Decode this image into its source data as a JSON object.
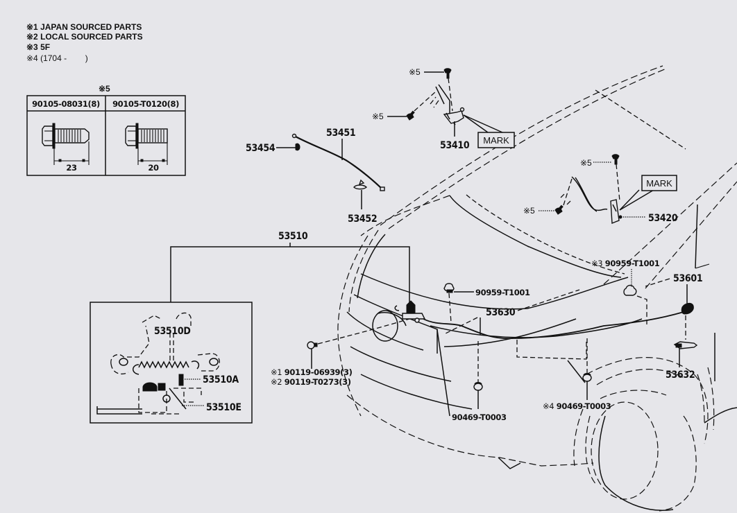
{
  "notes": [
    {
      "mark": "※1",
      "text": "JAPAN SOURCED PARTS"
    },
    {
      "mark": "※2",
      "text": "LOCAL SOURCED PARTS"
    },
    {
      "mark": "※3",
      "text": "5F"
    },
    {
      "mark": "※4",
      "text": "(1704 -        )"
    }
  ],
  "bolt_table": {
    "header_mark": "※5",
    "columns": [
      {
        "part_number": "90105-08031(8)",
        "dimension": "23"
      },
      {
        "part_number": "90105-T0120(8)",
        "dimension": "20"
      }
    ]
  },
  "callouts": {
    "p53454": "53454",
    "p53451": "53451",
    "p53452": "53452",
    "p53410": "53410",
    "p53410_bolt_top": "※5",
    "p53410_bolt_side": "※5",
    "p53410_mark": "MARK",
    "p53420": "53420",
    "p53420_bolt_top": "※5",
    "p53420_bolt_side": "※5",
    "p53420_mark": "MARK",
    "p53510": "53510",
    "p53510D": "53510D",
    "p53510A": "53510A",
    "p53510E": "53510E",
    "clip_90959_center": "90959-T1001",
    "clip_90959_right_mark": "※3",
    "clip_90959_right": "90959-T1001",
    "p53601": "53601",
    "p53630": "53630",
    "p53632": "53632",
    "bolt_left_mark1": "※1",
    "bolt_left_pn1": "90119-06939(3)",
    "bolt_left_mark2": "※2",
    "bolt_left_pn2": "90119-T0273(3)",
    "clip_90469_left": "90469-T0003",
    "clip_90469_right_mark": "※4",
    "clip_90469_right": "90469-T0003"
  }
}
